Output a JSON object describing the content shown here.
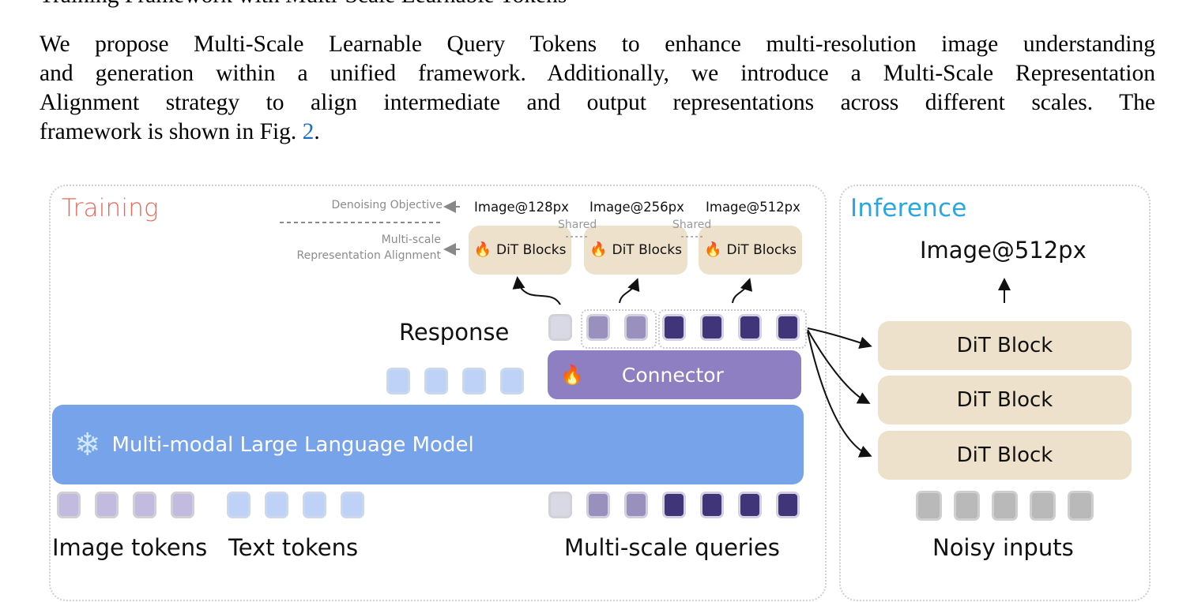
{
  "paragraph": {
    "top_fragment": "Training Framework with Multi-Scale Learnable Tokens",
    "lines": [
      "We propose Multi-Scale Learnable Query Tokens to enhance multi-resolution image understanding",
      "and generation within a unified framework. Additionally, we introduce a Multi-Scale Representation",
      "Alignment strategy to align intermediate and output representations across different scales. The"
    ],
    "last_line_prefix": "framework is shown in Fig. ",
    "fig_ref": "2",
    "last_line_suffix": "."
  },
  "figure": {
    "training": {
      "title": "Training",
      "title_color": "#e8685a",
      "denoising_label": "Denoising Objective",
      "alignment_label_line1": "Multi-scale",
      "alignment_label_line2": "Representation Alignment",
      "outputs": [
        "Image@128px",
        "Image@256px",
        "Image@512px"
      ],
      "dit_blocks": [
        {
          "label": "DiT Blocks",
          "icon": "fire"
        },
        {
          "label": "DiT Blocks",
          "icon": "fire"
        },
        {
          "label": "DiT Blocks",
          "icon": "fire"
        }
      ],
      "shared_labels": [
        "Shared",
        "Shared"
      ],
      "response_label": "Response",
      "connector_label": "Connector",
      "connector_icon": "fire",
      "mllm_label": "Multi-modal Large Language Model",
      "mllm_icon": "snowflake",
      "input_labels": {
        "image_tokens": "Image tokens",
        "text_tokens": "Text tokens",
        "multiscale_queries": "Multi-scale queries"
      },
      "colors": {
        "connector": "#8e7fc2",
        "mllm": "#77a3ea",
        "dit": "#ede1cc",
        "query_scale1": "#d9d9e5",
        "query_scale2": "#9a90bd",
        "query_scale3": "#3f3578",
        "text_token": "#bdd2f6",
        "image_token": "#c2badf"
      }
    },
    "inference": {
      "title": "Inference",
      "title_color": "#2aa6e0",
      "output_label": "Image@512px",
      "dit_blocks": [
        "DiT Block",
        "DiT Block",
        "DiT Block"
      ],
      "input_label": "Noisy inputs",
      "noisy_token_color": "#b9b9b9"
    },
    "icons": {
      "fire": "🔥",
      "snowflake": "❄"
    }
  }
}
